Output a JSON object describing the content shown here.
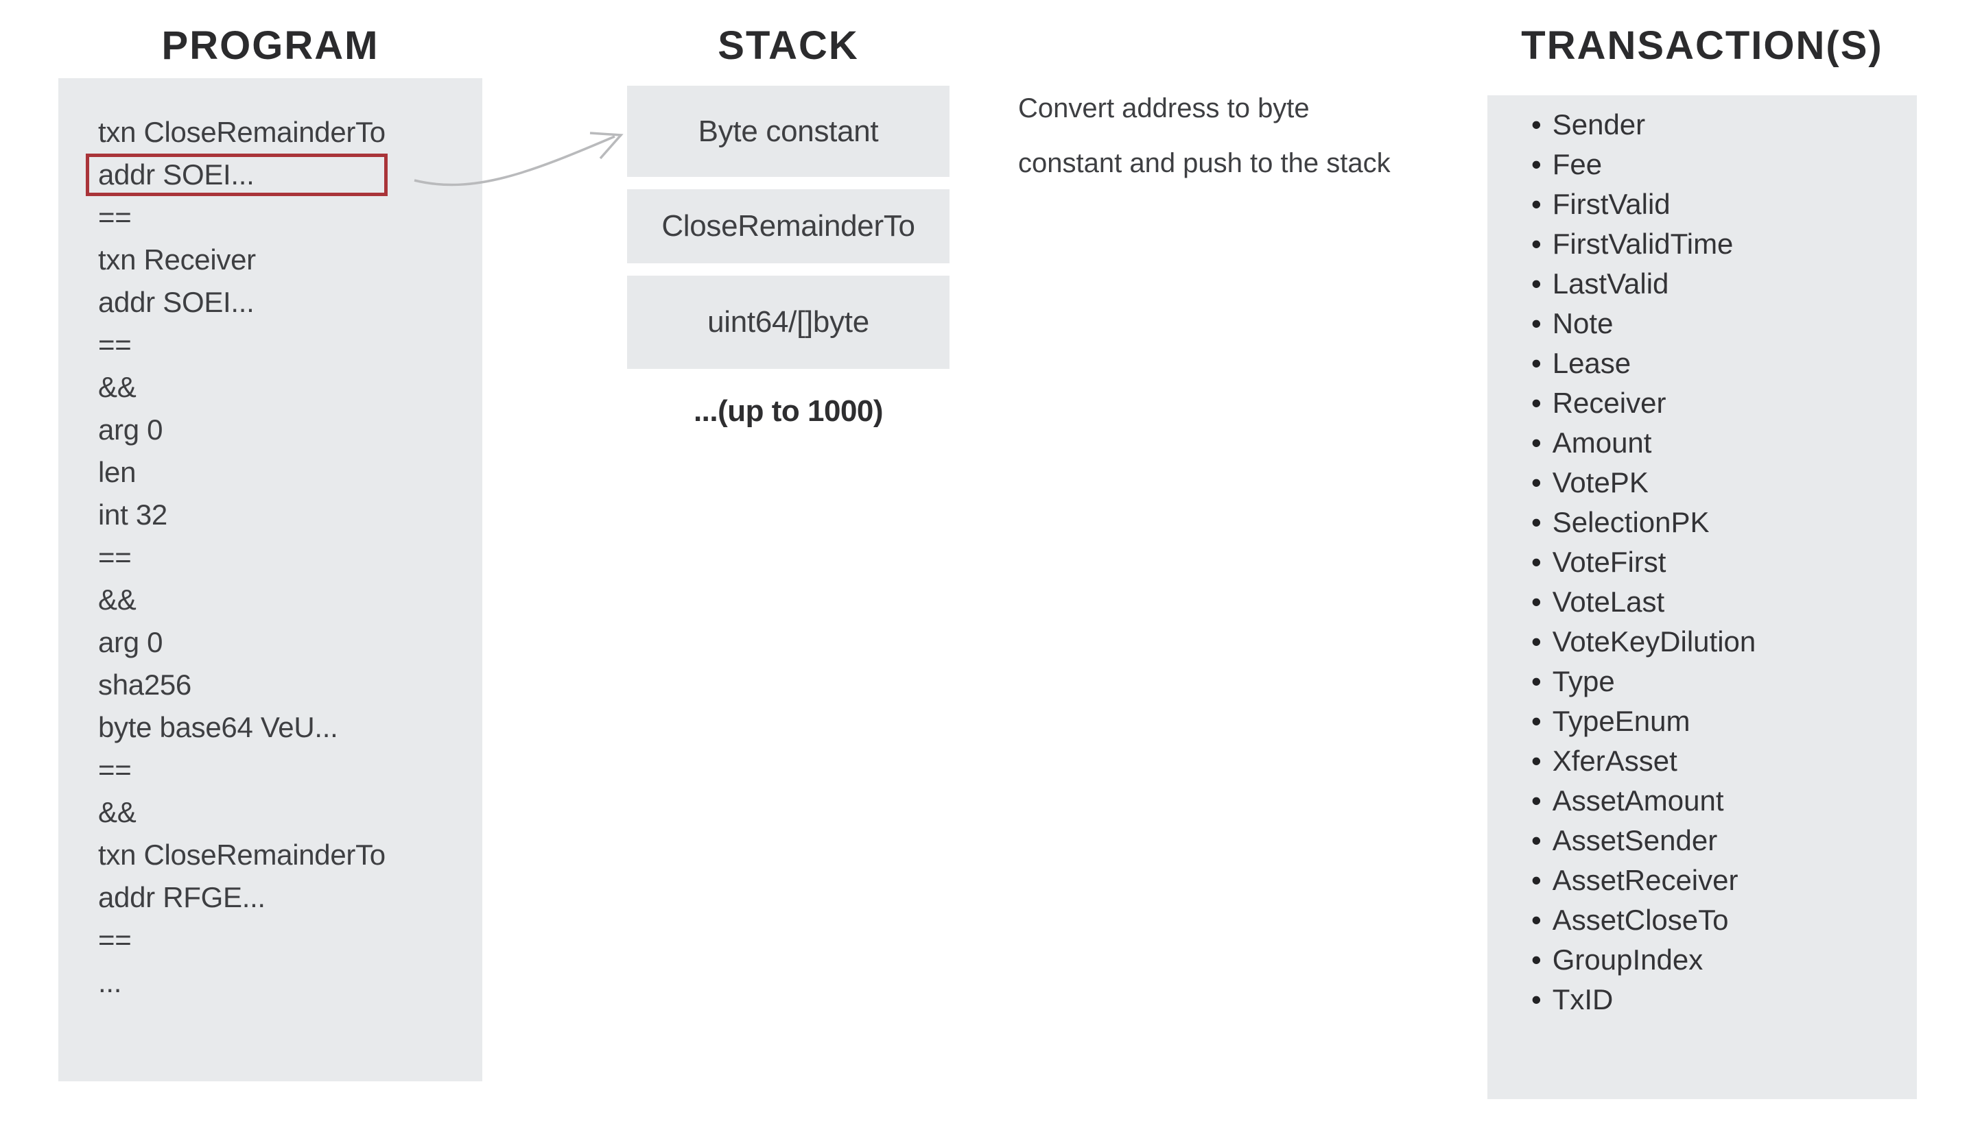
{
  "colors": {
    "panel_bg": "#e8eaec",
    "box_bg": "#e7e9eb",
    "highlight_border": "#a93439",
    "arrow": "#b9babc",
    "title_text": "#2b2b2d",
    "body_text": "#3e3f42"
  },
  "program": {
    "title": "PROGRAM",
    "lines": [
      "txn CloseRemainderTo",
      "addr SOEI...",
      "==",
      "txn Receiver",
      "addr SOEI...",
      "==",
      "&&",
      "arg 0",
      "len",
      "int 32",
      "==",
      "&&",
      "arg 0",
      "sha256",
      "byte base64 VeU...",
      "==",
      "&&",
      "txn CloseRemainderTo",
      "addr RFGE...",
      "==",
      "..."
    ],
    "highlighted_line": "addr SOEI..."
  },
  "stack": {
    "title": "STACK",
    "boxes": {
      "box1": "Byte constant",
      "box2": "CloseRemainderTo",
      "box3": "uint64/[]byte"
    },
    "note": "...(up to 1000)"
  },
  "annotation": {
    "line1": "Convert address to byte",
    "line2": "constant and push to the stack"
  },
  "transactions": {
    "title": "TRANSACTION(S)",
    "items": [
      "Sender",
      "Fee",
      "FirstValid",
      "FirstValidTime",
      "LastValid",
      "Note",
      "Lease",
      "Receiver",
      "Amount",
      "VotePK",
      "SelectionPK",
      "VoteFirst",
      "VoteLast",
      "VoteKeyDilution",
      "Type",
      "TypeEnum",
      "XferAsset",
      "AssetAmount",
      "AssetSender",
      "AssetReceiver",
      "AssetCloseTo",
      "GroupIndex",
      "TxID"
    ]
  }
}
